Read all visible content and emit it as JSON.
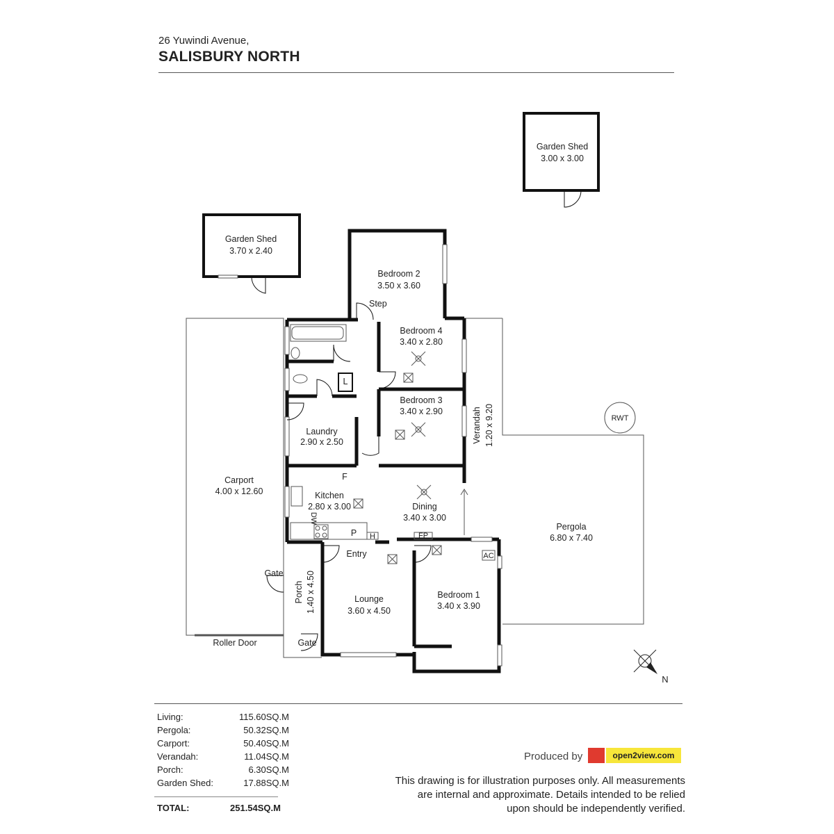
{
  "header": {
    "street": "26 Yuwindi Avenue,",
    "suburb": "SALISBURY NORTH"
  },
  "rooms": {
    "garden_shed_east": {
      "name": "Garden Shed",
      "dims": "3.00 x 3.00"
    },
    "garden_shed_west": {
      "name": "Garden Shed",
      "dims": "3.70 x 2.40"
    },
    "bedroom2": {
      "name": "Bedroom 2",
      "dims": "3.50 x 3.60"
    },
    "bedroom4": {
      "name": "Bedroom 4",
      "dims": "3.40 x 2.80"
    },
    "bedroom3": {
      "name": "Bedroom 3",
      "dims": "3.40 x 2.90"
    },
    "laundry": {
      "name": "Laundry",
      "dims": "2.90 x 2.50"
    },
    "kitchen": {
      "name": "Kitchen",
      "dims": "2.80 x 3.00"
    },
    "dining": {
      "name": "Dining",
      "dims": "3.40 x 3.00"
    },
    "carport": {
      "name": "Carport",
      "dims": "4.00 x 12.60"
    },
    "verandah": {
      "name": "Verandah",
      "dims": "1.20 x 9.20"
    },
    "pergola": {
      "name": "Pergola",
      "dims": "6.80 x 7.40"
    },
    "lounge": {
      "name": "Lounge",
      "dims": "3.60 x 4.50"
    },
    "bedroom1": {
      "name": "Bedroom 1",
      "dims": "3.40 x 3.90"
    },
    "porch": {
      "name": "Porch",
      "dims": "1.40 x 4.50"
    }
  },
  "labels": {
    "step": "Step",
    "linen": "L",
    "fridge": "F",
    "pantry": "P",
    "dishwasher": "DW",
    "hotwater": "H",
    "fireplace": "FP",
    "aircon": "AC",
    "entry": "Entry",
    "gate_left": "Gate",
    "gate_bottom": "Gate",
    "roller_door": "Roller Door",
    "rwt": "RWT",
    "north": "N"
  },
  "areas": [
    {
      "label": "Living:",
      "value": "115.60SQ.M"
    },
    {
      "label": "Pergola:",
      "value": "50.32SQ.M"
    },
    {
      "label": "Carport:",
      "value": "50.40SQ.M"
    },
    {
      "label": "Verandah:",
      "value": "11.04SQ.M"
    },
    {
      "label": "Porch:",
      "value": "6.30SQ.M"
    },
    {
      "label": "Garden Shed:",
      "value": "17.88SQ.M"
    }
  ],
  "total": {
    "label": "TOTAL:",
    "value": "251.54SQ.M"
  },
  "footer": {
    "produced_by": "Produced by",
    "logo_text": "open2view.com",
    "disclaimer_1": "This drawing is for illustration purposes only. All measurements",
    "disclaimer_2": "are internal and approximate. Details intended to be relied",
    "disclaimer_3": "upon should be independently verified."
  },
  "colors": {
    "wall": "#111111",
    "outline": "#555555",
    "logo_red": "#e03a2f",
    "logo_yellow": "#f7e63a"
  },
  "icons": [
    "ceiling-fan-icon",
    "light-fitting-icon",
    "north-arrow-icon",
    "bath-icon",
    "toilet-icon",
    "sink-icon",
    "stove-icon"
  ]
}
